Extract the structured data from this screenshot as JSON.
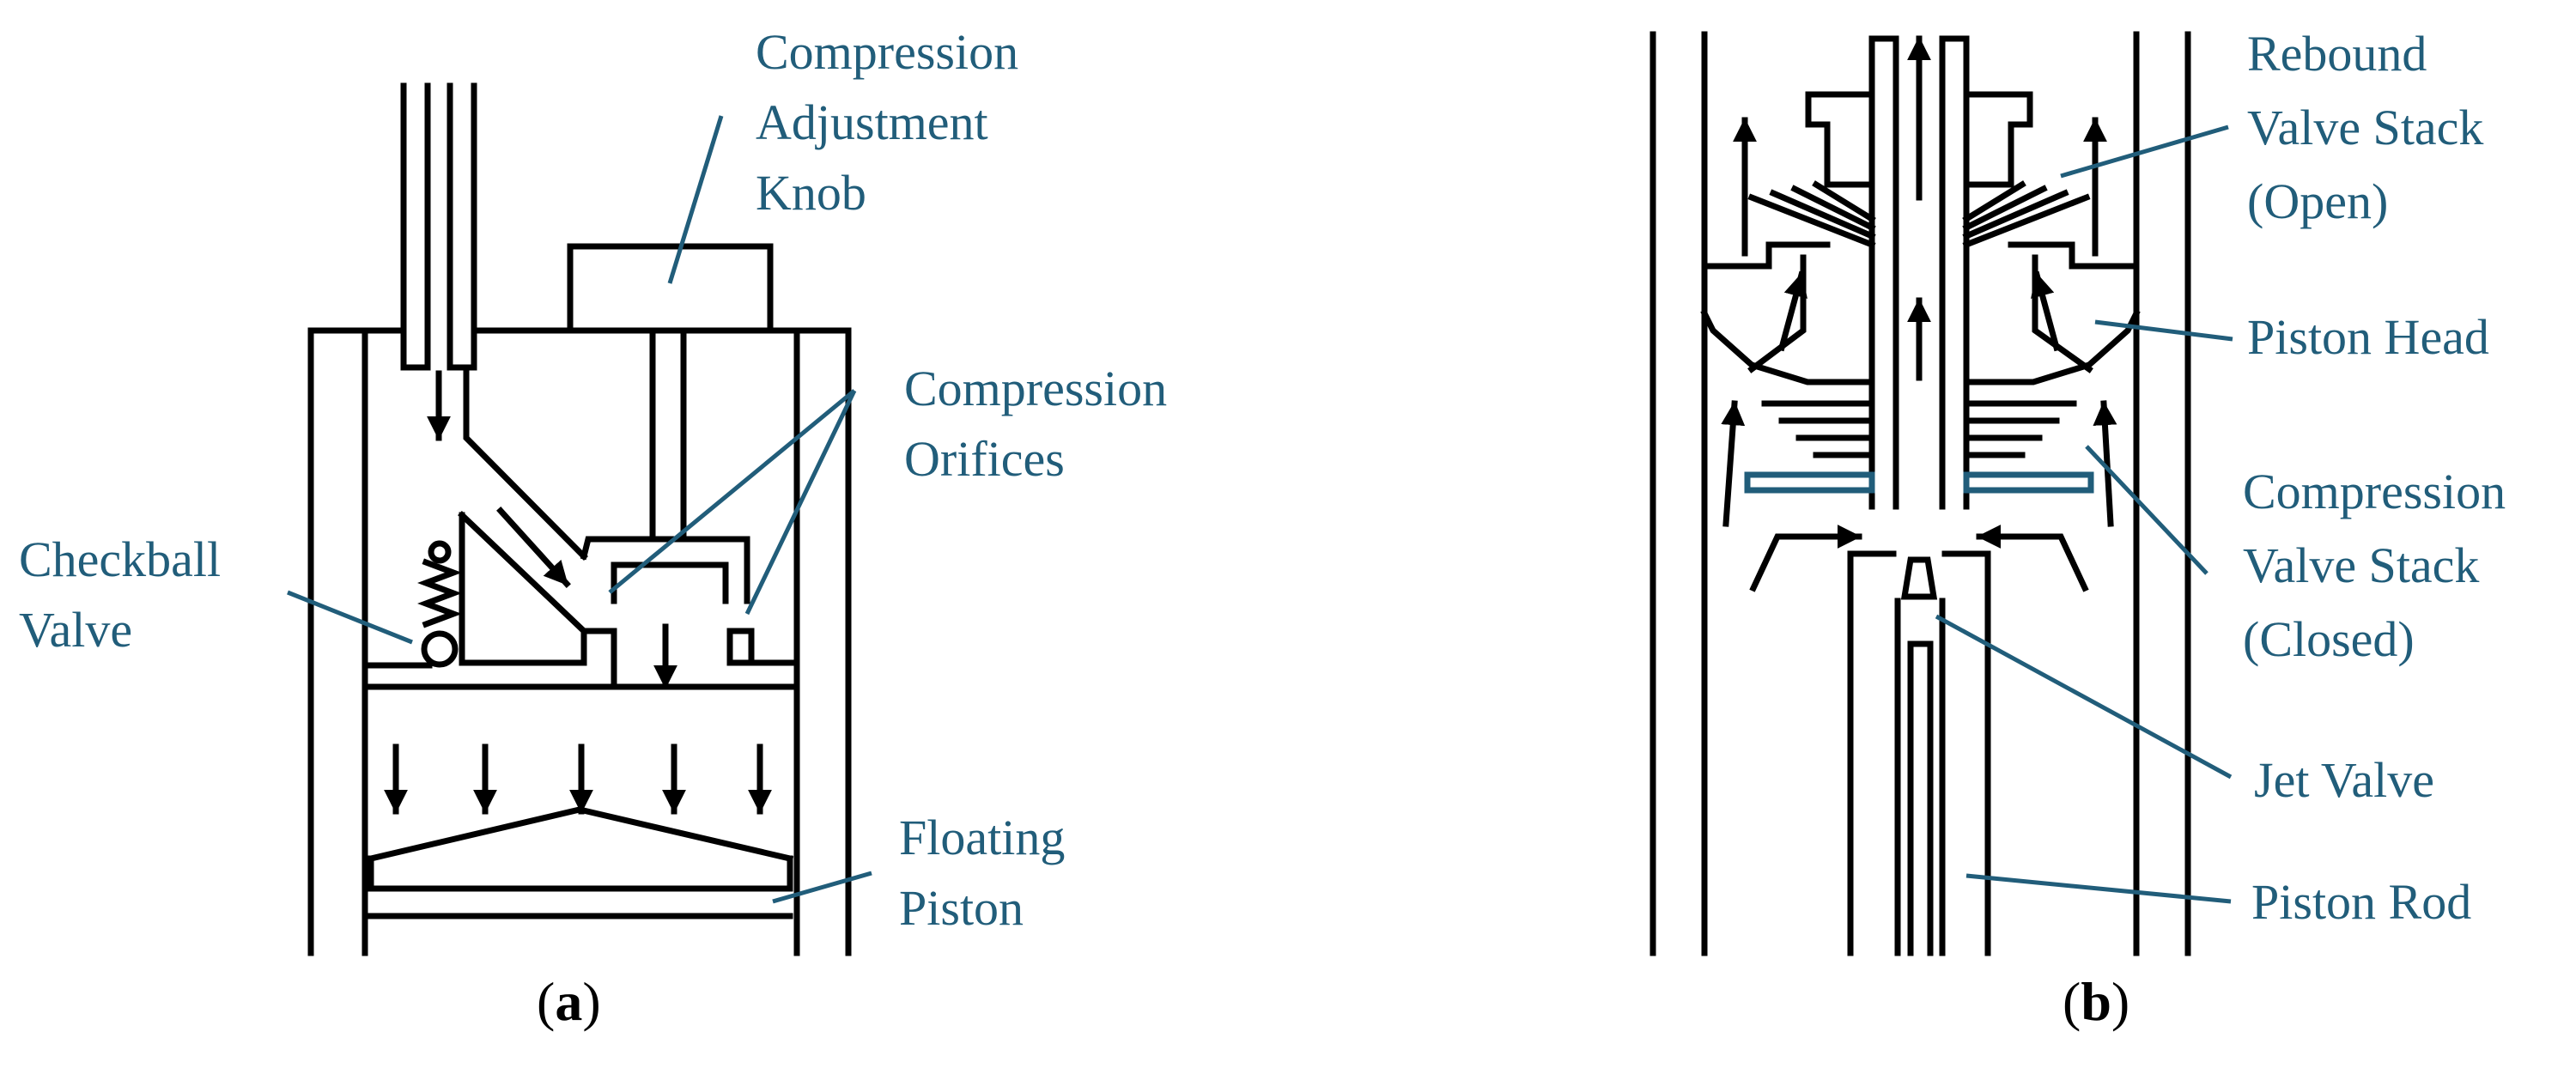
{
  "panel_a": {
    "caption_open": "(",
    "caption_letter": "a",
    "caption_close": ")",
    "labels": {
      "compression_knob": [
        "Compression",
        "Adjustment",
        "Knob"
      ],
      "compression_orifices": [
        "Compression",
        "Orifices"
      ],
      "checkball_valve": [
        "Checkball",
        "Valve"
      ],
      "floating_piston": [
        "Floating",
        "Piston"
      ]
    }
  },
  "panel_b": {
    "caption_open": "(",
    "caption_letter": "b",
    "caption_close": ")",
    "labels": {
      "rebound_stack": [
        "Rebound",
        "Valve Stack",
        "(Open)"
      ],
      "piston_head": [
        "Piston Head"
      ],
      "compression_stack": [
        "Compression",
        "Valve Stack",
        "(Closed)"
      ],
      "jet_valve": [
        "Jet Valve"
      ],
      "piston_rod": [
        "Piston Rod"
      ]
    }
  },
  "colors": {
    "label_text": "#215d7a",
    "line": "#000000",
    "leader": "#215d7a",
    "background": "#ffffff"
  }
}
